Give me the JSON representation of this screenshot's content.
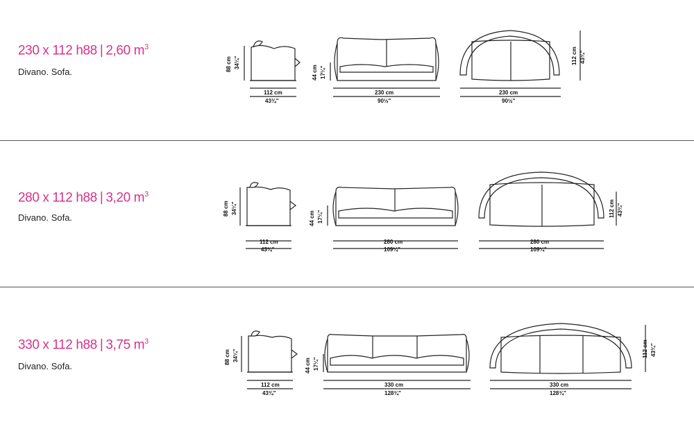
{
  "units_separator": "|",
  "cubic_suffix": "3",
  "rows": [
    {
      "size": "230 x 112 h88",
      "volume": "2,60 m",
      "description": "Divano. Sofa.",
      "side_height_cm": "88 cm",
      "side_height_in": "34¼\"",
      "seat_height_cm": "44 cm",
      "seat_height_in": "17¼\"",
      "side_depth_cm": "112 cm",
      "side_depth_in": "43¾\"",
      "front_width_cm": "230 cm",
      "front_width_in": "90½\"",
      "top_width_cm": "230 cm",
      "top_width_in": "90½\"",
      "top_depth_cm": "112 cm",
      "top_depth_in": "43¾\""
    },
    {
      "size": "280 x 112 h88",
      "volume": "3,20 m",
      "description": "Divano. Sofa.",
      "side_height_cm": "88 cm",
      "side_height_in": "34¼\"",
      "seat_height_cm": "44 cm",
      "seat_height_in": "17¼\"",
      "side_depth_cm": "112 cm",
      "side_depth_in": "43¾\"",
      "front_width_cm": "280 cm",
      "front_width_in": "109¼\"",
      "top_width_cm": "280 cm",
      "top_width_in": "109¼\"",
      "top_depth_cm": "112 cm",
      "top_depth_in": "43¾\""
    },
    {
      "size": "330 x 112 h88",
      "volume": "3,75 m",
      "description": "Divano. Sofa.",
      "side_height_cm": "88 cm",
      "side_height_in": "34¼\"",
      "seat_height_cm": "44 cm",
      "seat_height_in": "17¼\"",
      "side_depth_cm": "112 cm",
      "side_depth_in": "43¾\"",
      "front_width_cm": "330 cm",
      "front_width_in": "128¾\"",
      "top_width_cm": "330 cm",
      "top_width_in": "128¾\"",
      "top_depth_cm": "112 cm",
      "top_depth_in": "43¾\""
    }
  ]
}
